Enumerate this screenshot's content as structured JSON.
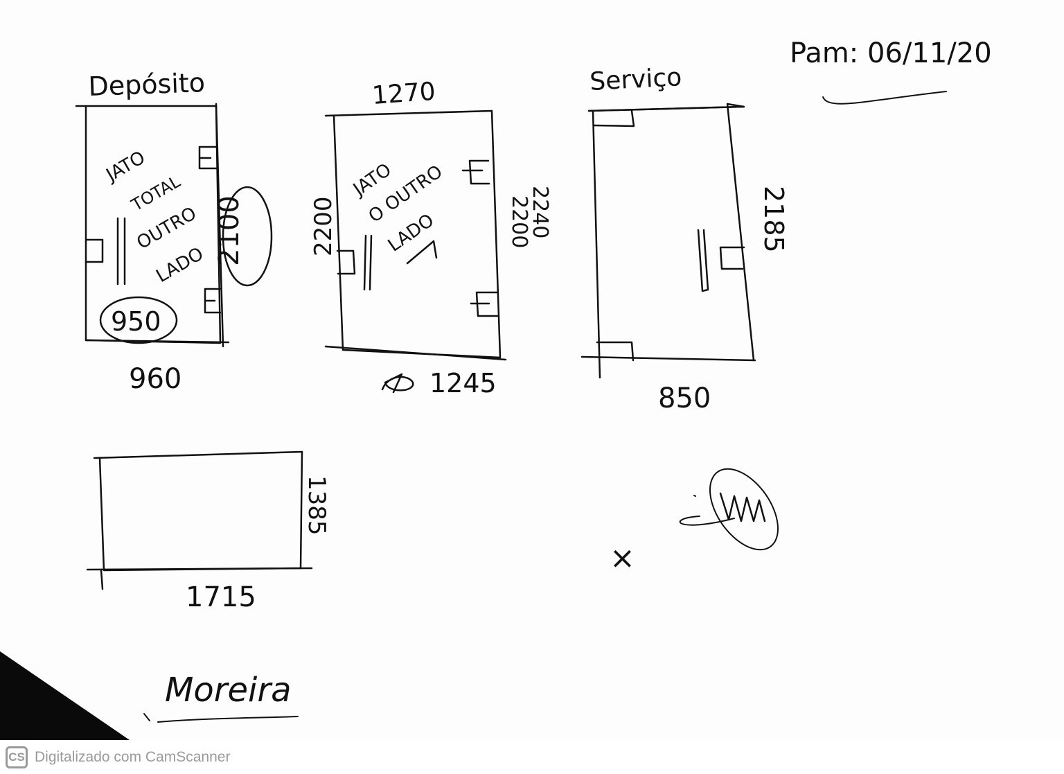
{
  "document": {
    "date": "Pam: 06/11/20",
    "signature_name": "Moreira",
    "cross_mark": "×"
  },
  "rooms": [
    {
      "title": "Depósito",
      "top_dimension": "",
      "bottom_dimension": "960",
      "right_dimension": "2100",
      "left_dimension": "",
      "circled_dimension": "950",
      "notes": [
        "JATO",
        "TOTAL",
        "OUTRO",
        "LADO"
      ]
    },
    {
      "title": "",
      "top_dimension": "1270",
      "bottom_dimension": "1245",
      "left_dimension": "2200",
      "right_dimension": "2200",
      "right_dimension_2": "2240",
      "notes": [
        "JATO",
        "O OUTRO",
        "LADO"
      ]
    },
    {
      "title": "Serviço",
      "top_dimension": "",
      "bottom_dimension": "850",
      "right_dimension": "2185",
      "left_dimension": "",
      "notes": []
    },
    {
      "title": "",
      "top_dimension": "",
      "bottom_dimension": "1715",
      "right_dimension": "1385",
      "left_dimension": "",
      "notes": []
    }
  ],
  "footer": {
    "logo_text": "CS",
    "watermark": "Digitalizado com CamScanner"
  }
}
